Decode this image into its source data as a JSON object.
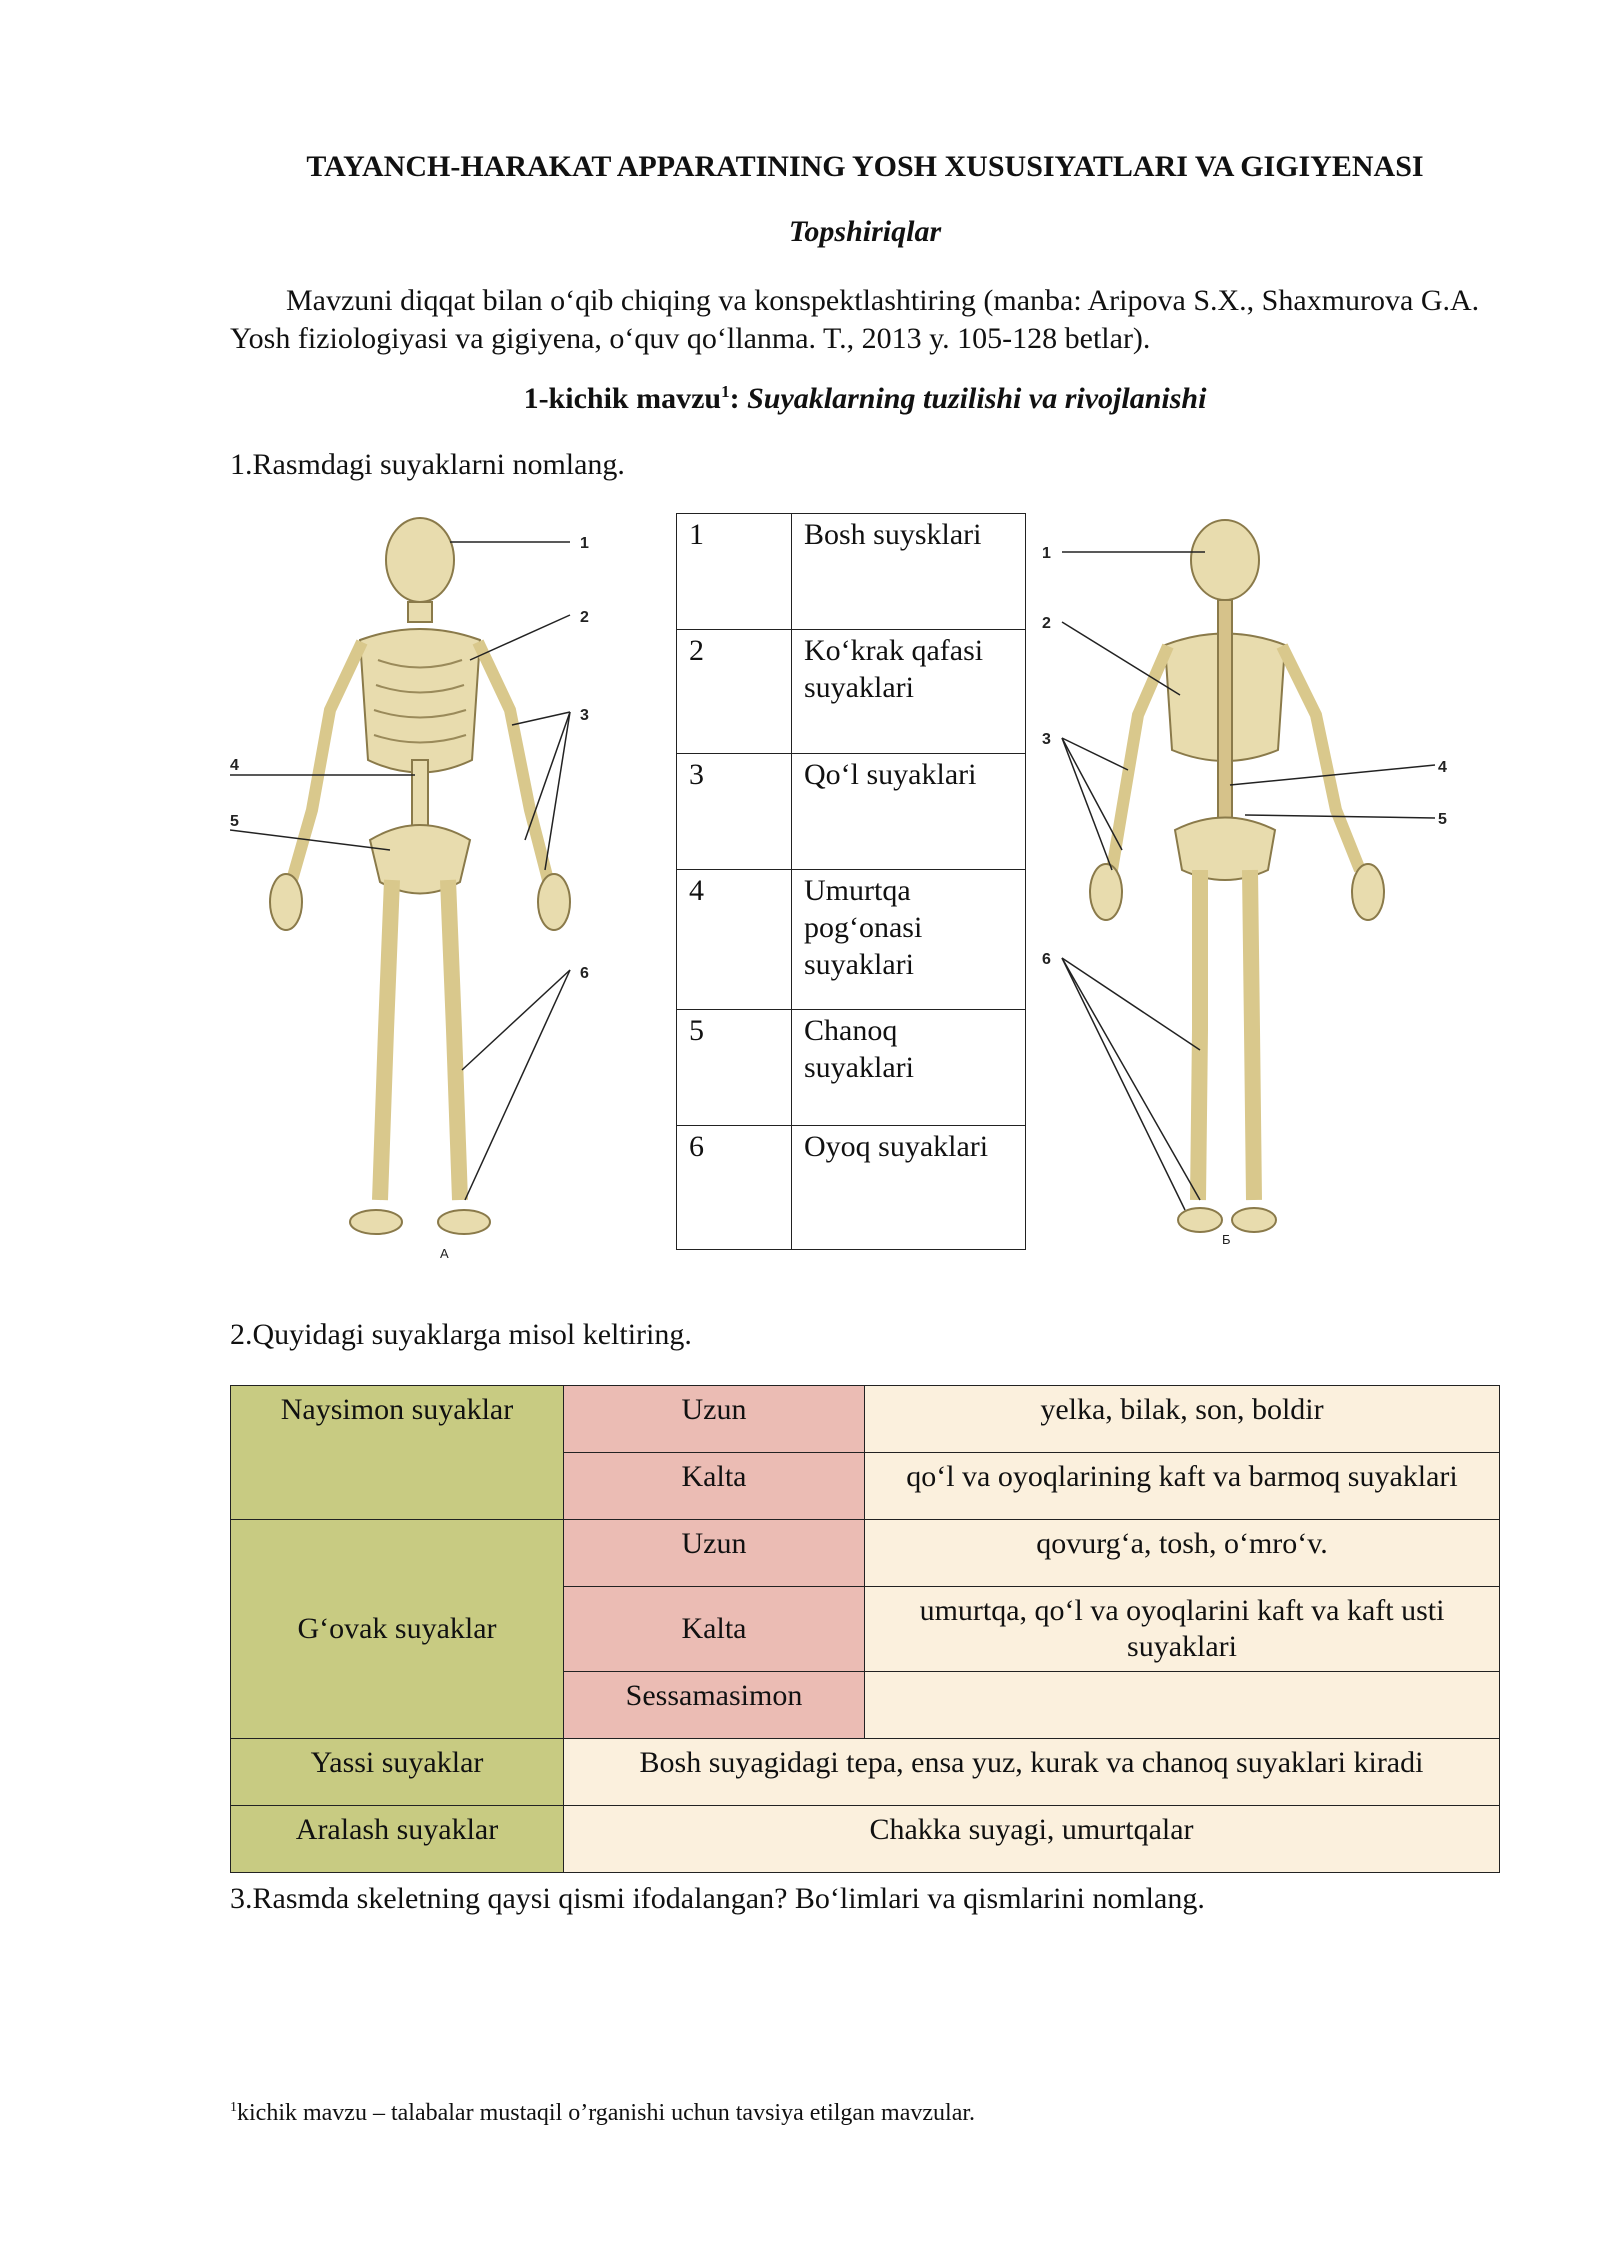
{
  "title": "TAYANCH-HARAKAT APPARATINING YOSH XUSUSIYATLARI VA GIGIYENASI",
  "subtitle": "Topshiriqlar",
  "intro": "Mavzuni diqqat bilan o‘qib chiqing va konspektlashtiring (manba: Aripova S.X., Shaxmurova G.A. Yosh fiziologiyasi va gigiyena, o‘quv qo‘llanma. T., 2013 y. 105-128 betlar).",
  "subtopic": {
    "label": "1-kichik mavzu",
    "sup": "1",
    "colon": ":",
    "name": "Suyaklarning   tuzilishi va rivojlanishi"
  },
  "question1": "1.Rasmdagi suyaklarni nomlang.",
  "figure_left": {
    "caption": "А",
    "labels": [
      "1",
      "2",
      "3",
      "4",
      "5",
      "6"
    ]
  },
  "figure_right": {
    "caption": "Б",
    "labels": [
      "1",
      "2",
      "3",
      "4",
      "5",
      "6"
    ]
  },
  "label_table": [
    {
      "num": "1",
      "name": "Bosh suysklari"
    },
    {
      "num": "2",
      "name": "Ko‘krak  qafasi suyaklari"
    },
    {
      "num": "3",
      "name": "Qo‘l suyaklari"
    },
    {
      "num": "4",
      "name": "Umurtqa pog‘onasi suyaklari"
    },
    {
      "num": "5",
      "name": "Chanoq suyaklari"
    },
    {
      "num": "6",
      "name": "Oyoq suyaklari"
    }
  ],
  "question2": "2.Quyidagi suyaklarga misol keltiring.",
  "bones": {
    "tubular": "Naysimon suyaklar",
    "spongy": "G‘ovak suyaklar",
    "flat": "Yassi suyaklar",
    "mixed": "Aralash suyaklar",
    "long": "Uzun",
    "short": "Kalta",
    "sesamoid": "Sessamasimon",
    "tubular_long": "yelka, bilak, son, boldir",
    "tubular_short": "qo‘l va oyoqlarining kaft va barmoq suyaklari",
    "spongy_long": "qovurg‘a, tosh, o‘mro‘v.",
    "spongy_short": "umurtqa, qo‘l va oyoqlarini kaft va kaft usti suyaklari",
    "sesamoid_value": "",
    "flat_value": "Bosh suyagidagi tepa, ensa yuz, kurak va chanoq suyaklari kiradi",
    "mixed_value": "Chakka suyagi, umurtqalar"
  },
  "question3": "3.Rasmda skeletning qaysi qismi ifodalangan? Bo‘limlari va qismlarini nomlang.",
  "footnote": {
    "sup": "1",
    "text": "kichik mavzu – talabalar mustaqil o’rganishi uchun tavsiya etilgan mavzular."
  }
}
